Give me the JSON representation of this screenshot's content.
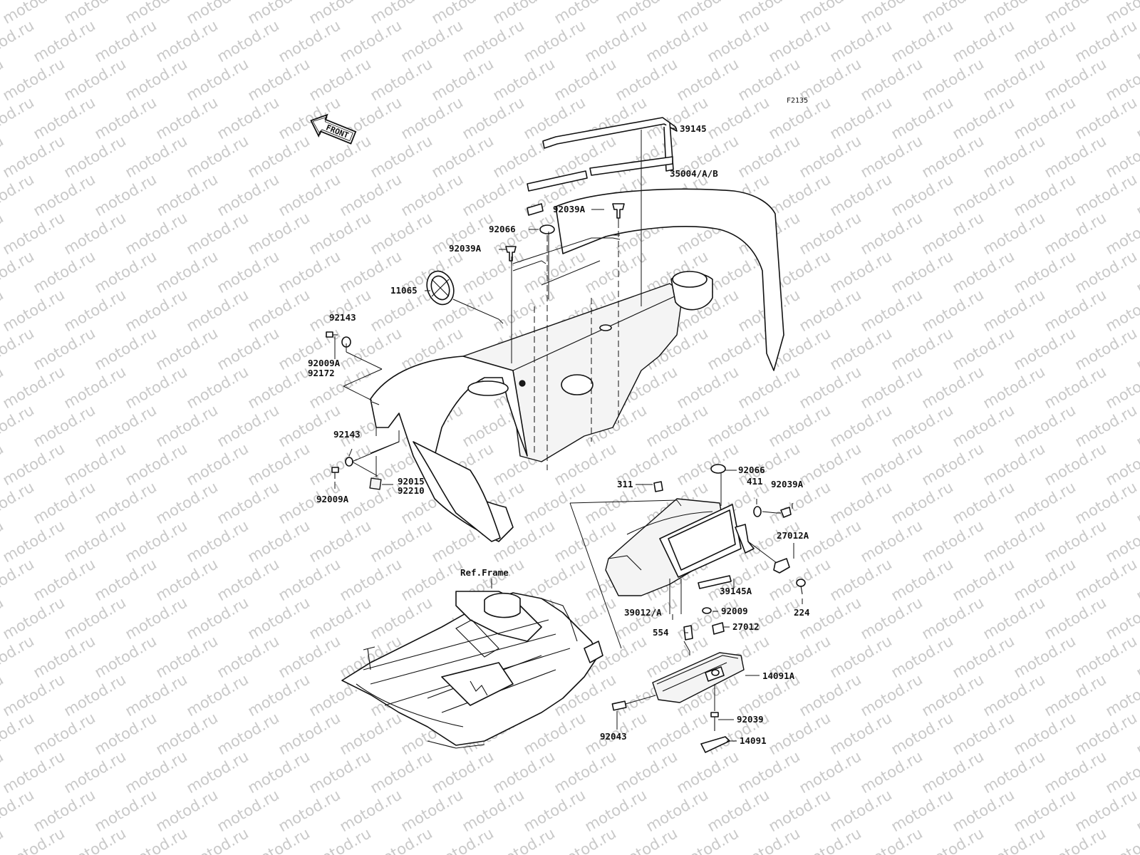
{
  "diagram": {
    "code": "F2135",
    "watermark": "motod.ru",
    "direction_label": "FRONT",
    "ref_frame_label": "Ref.Frame"
  },
  "callouts": [
    {
      "id": "c39145",
      "text": "39145"
    },
    {
      "id": "c92039A_top",
      "text": "92039A"
    },
    {
      "id": "c92066_top",
      "text": "92066"
    },
    {
      "id": "c35004",
      "text": "35004/A/B"
    },
    {
      "id": "c92039A_left",
      "text": "92039A"
    },
    {
      "id": "c11065",
      "text": "11065"
    },
    {
      "id": "c92143_top",
      "text": "92143"
    },
    {
      "id": "c92009A_top",
      "text": "92009A"
    },
    {
      "id": "c92172",
      "text": "92172"
    },
    {
      "id": "c92143_bot",
      "text": "92143"
    },
    {
      "id": "c92015",
      "text": "92015"
    },
    {
      "id": "c92210",
      "text": "92210"
    },
    {
      "id": "c92009A_bot",
      "text": "92009A"
    },
    {
      "id": "c92066_bot",
      "text": "92066"
    },
    {
      "id": "c311",
      "text": "311"
    },
    {
      "id": "c411",
      "text": "411"
    },
    {
      "id": "c92039A_right",
      "text": "92039A"
    },
    {
      "id": "c27012A",
      "text": "27012A"
    },
    {
      "id": "c39145A",
      "text": "39145A"
    },
    {
      "id": "c224",
      "text": "224"
    },
    {
      "id": "c39012",
      "text": "39012/A"
    },
    {
      "id": "c92009",
      "text": "92009"
    },
    {
      "id": "c27012",
      "text": "27012"
    },
    {
      "id": "c554",
      "text": "554"
    },
    {
      "id": "c14091A",
      "text": "14091A"
    },
    {
      "id": "c92039",
      "text": "92039"
    },
    {
      "id": "c92043",
      "text": "92043"
    },
    {
      "id": "c14091",
      "text": "14091"
    }
  ]
}
